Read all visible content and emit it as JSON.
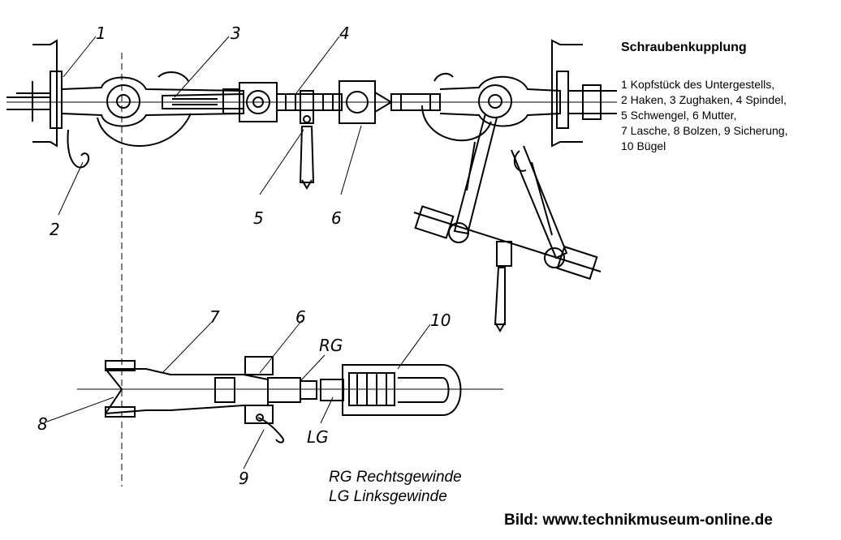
{
  "title": "Schraubenkupplung",
  "legend": [
    "1 Kopfstück des Untergestells,",
    "2 Haken, 3 Zughaken, 4 Spindel,",
    "5 Schwengel, 6 Mutter,",
    "7 Lasche, 8 Bolzen, 9 Sicherung,",
    "10 Bügel"
  ],
  "abbreviations": [
    "RG Rechtsgewinde",
    "LG Linksgewinde"
  ],
  "credit": "Bild: www.technikmuseum-online.de",
  "callouts": {
    "n1": "1",
    "n2": "2",
    "n3": "3",
    "n4": "4",
    "n5": "5",
    "n6": "6",
    "n7": "7",
    "n6b": "6",
    "rg": "RG",
    "n10": "10",
    "n8": "8",
    "lg": "LG",
    "n9": "9"
  }
}
